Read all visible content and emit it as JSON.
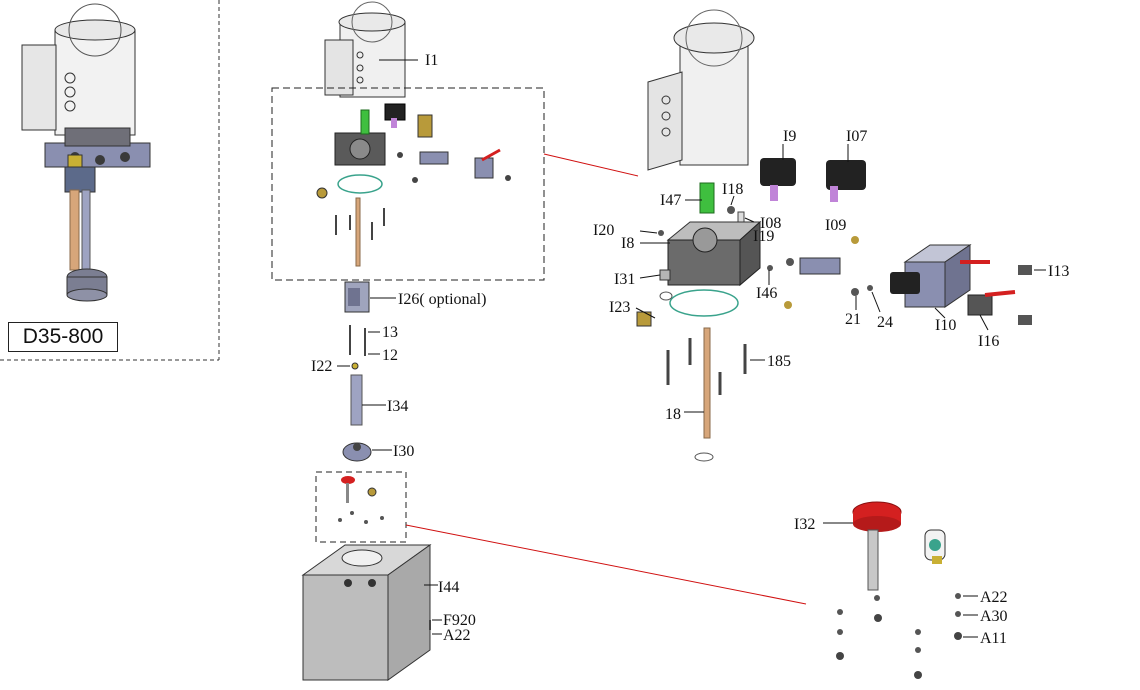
{
  "model": "D35-800",
  "labels": {
    "I1": "I1",
    "I26": "I26( optional)",
    "n13": "13",
    "n12": "12",
    "I22": "I22",
    "I34": "I34",
    "I30": "I30",
    "I44": "I44",
    "F920": "F920",
    "A22_tank": "A22",
    "I9": "I9",
    "I07": "I07",
    "I47": "I47",
    "I18": "I18",
    "I08": "I08",
    "I09": "I09",
    "I20": "I20",
    "I19": "I19",
    "I8": "I8",
    "I31": "I31",
    "I46": "I46",
    "I23": "I23",
    "I13": "I13",
    "n21": "21",
    "n24": "24",
    "I10": "I10",
    "I16": "I16",
    "n185": "185",
    "n18": "18",
    "I32": "I32",
    "A22": "A22",
    "A30": "A30",
    "A11": "A11"
  },
  "colors": {
    "motor": "#f0f0f0",
    "block": "#8a8fb0",
    "valve": "#2a2a2a",
    "green": "#3fbf3f",
    "brass": "#b89a3a",
    "red": "#d42020",
    "tube": "#d7a67a",
    "oring": "#3aa38c",
    "callout": "#d01010"
  }
}
